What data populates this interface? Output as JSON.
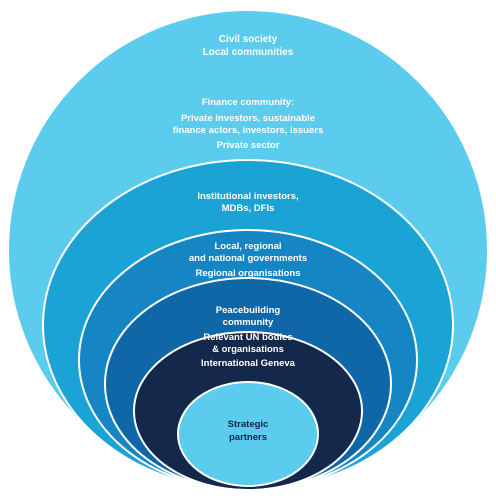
{
  "colors": {
    "ring_1": "#5bcbee",
    "ring_2": "#1ba3d6",
    "ring_3": "#1585c4",
    "ring_4": "#0f67a8",
    "ring_5": "#13284a",
    "core": "#5bcbee",
    "outline": "#ffffff",
    "text_light": "#ffffff",
    "text_dark": "#0f2545"
  },
  "rings": [
    {
      "id": "civil-society",
      "lines": [
        "Civil society",
        "Local communities"
      ]
    },
    {
      "id": "finance-community",
      "lines": [
        "Finance community:",
        "Private investors, sustainable",
        "finance actors, investors, issuers",
        "Private sector"
      ]
    },
    {
      "id": "institutional-investors",
      "lines": [
        "Institutional investors,",
        "MDBs, DFIs"
      ]
    },
    {
      "id": "governments",
      "lines": [
        "Local, regional",
        "and national governments",
        "Regional organisations"
      ]
    },
    {
      "id": "peacebuilding",
      "lines": [
        "Peacebuilding",
        "community",
        "Relevant UN bodies",
        "& organisations",
        "International Geneva"
      ]
    },
    {
      "id": "strategic-partners",
      "lines": [
        "Strategic",
        "partners"
      ]
    }
  ]
}
